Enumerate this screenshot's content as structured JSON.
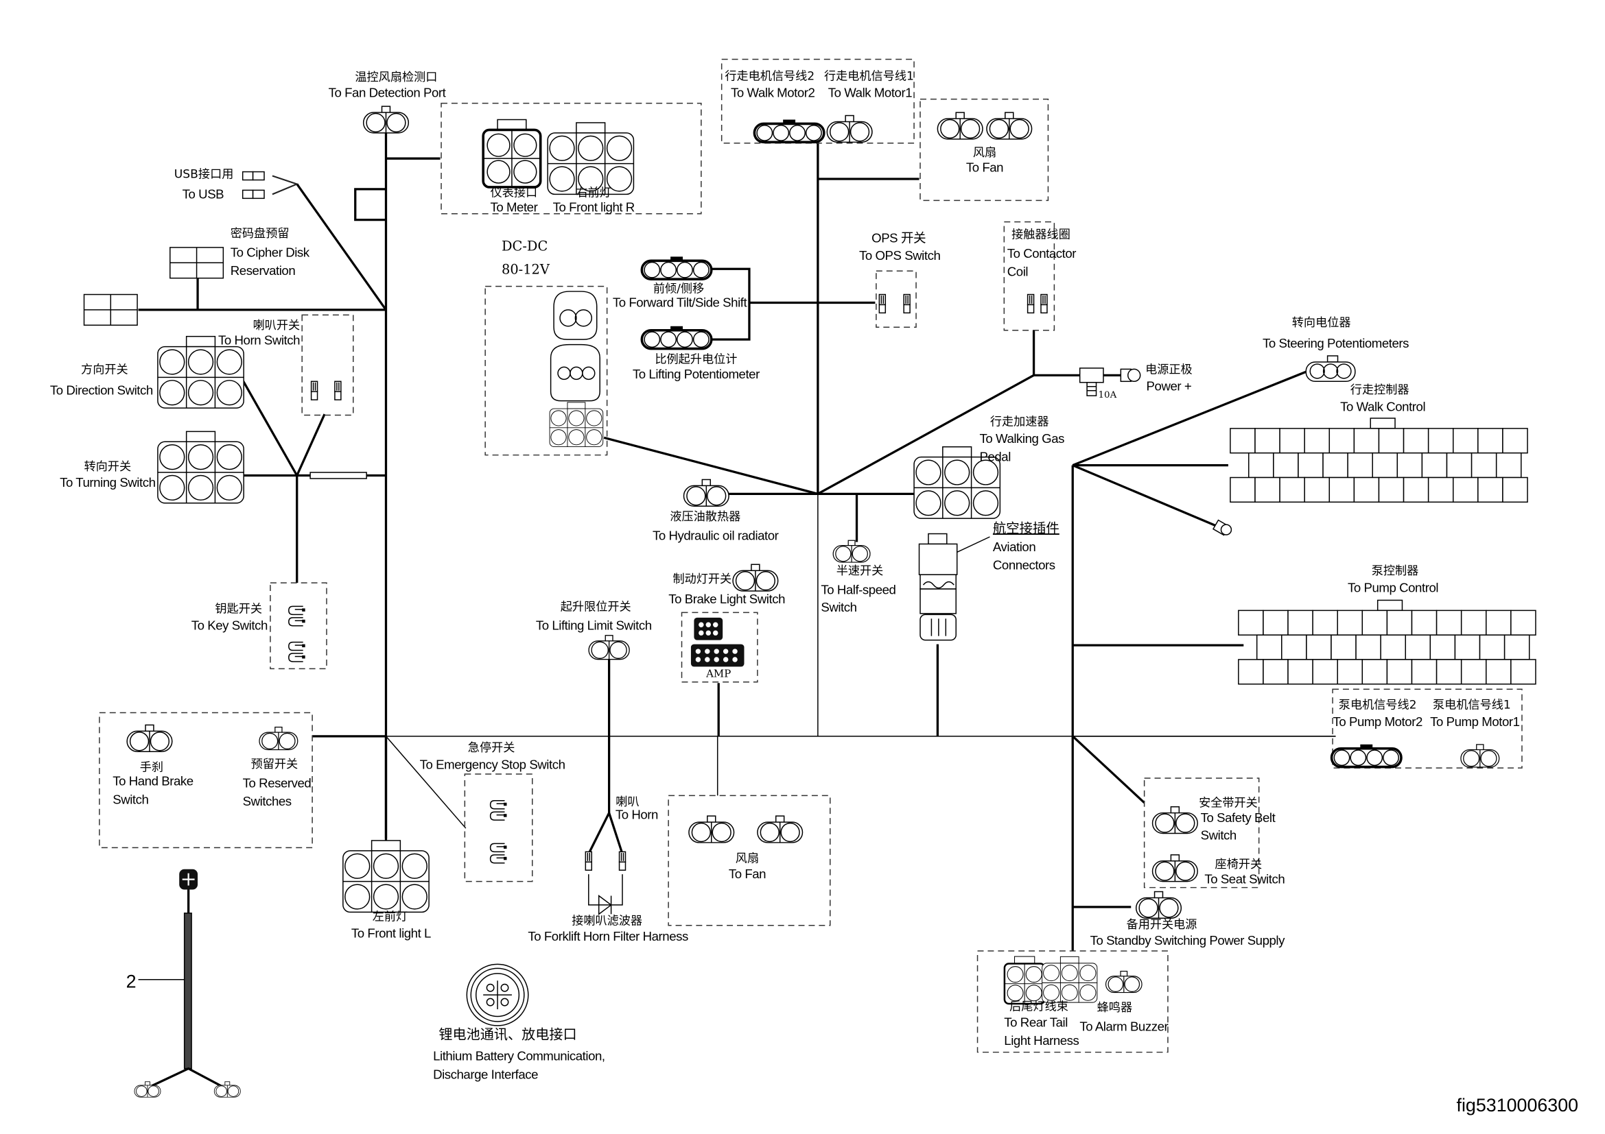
{
  "figure_id": "fig5310006300",
  "callout_number": "2",
  "dcdc": {
    "line1": "DC-DC",
    "line2": "80-12V"
  },
  "fuse_rating": "10A",
  "amp_label": "AMP",
  "connectors": {
    "fan_detection": {
      "cn": "温控风扇检测口",
      "en": "To Fan Detection Port"
    },
    "usb": {
      "cn": "USB接口用",
      "en": "To USB"
    },
    "cipher_disk": {
      "cn": "密码盘预留",
      "en1": "To Cipher Disk",
      "en2": "Reservation"
    },
    "meter": {
      "cn": "仪表接口",
      "en": "To Meter"
    },
    "front_light_r": {
      "cn": "右前灯",
      "en": "To Front light R"
    },
    "walk_motor2": {
      "cn": "行走电机信号线2",
      "en": "To Walk Motor2"
    },
    "walk_motor1": {
      "cn": "行走电机信号线1",
      "en": "To Walk Motor1"
    },
    "fan_top": {
      "cn": "风扇",
      "en": "To Fan"
    },
    "horn_switch": {
      "cn": "喇叭开关",
      "en": "To Horn Switch"
    },
    "direction_switch": {
      "cn": "方向开关",
      "en": "To Direction Switch"
    },
    "turning_switch": {
      "cn": "转向开关",
      "en": "To Turning Switch"
    },
    "key_switch": {
      "cn": "钥匙开关",
      "en": "To Key Switch"
    },
    "forward_tilt": {
      "cn": "前倾/侧移",
      "en": "To Forward Tilt/Side Shift"
    },
    "lifting_potentiometer": {
      "cn": "比例起升电位计",
      "en": "To Lifting Potentiometer"
    },
    "ops_switch": {
      "cn": "OPS 开关",
      "en": "To OPS Switch"
    },
    "contactor_coil": {
      "cn": "接触器线圈",
      "en1": "To Contactor",
      "en2": "Coil"
    },
    "power_plus": {
      "cn": "电源正极",
      "en": "Power +"
    },
    "steering_potentiometers": {
      "cn": "转向电位器",
      "en": "To Steering Potentiometers"
    },
    "walk_control": {
      "cn": "行走控制器",
      "en": "To Walk Control"
    },
    "walking_gas_pedal": {
      "cn": "行走加速器",
      "en1": "To Walking Gas",
      "en2": "Pedal"
    },
    "aviation_connectors": {
      "cn": "航空接插件",
      "en1": "Aviation",
      "en2": "Connectors"
    },
    "hydraulic_oil_radiator": {
      "cn": "液压油散热器",
      "en": "To Hydraulic oil radiator"
    },
    "half_speed_switch": {
      "cn": "半速开关",
      "en1": "To Half-speed",
      "en2": "Switch"
    },
    "brake_light_switch": {
      "cn": "制动灯开关",
      "en": "To Brake Light Switch"
    },
    "lifting_limit_switch": {
      "cn": "起升限位开关",
      "en": "To Lifting Limit Switch"
    },
    "pump_control": {
      "cn": "泵控制器",
      "en": "To Pump Control"
    },
    "pump_motor2": {
      "cn": "泵电机信号线2",
      "en": "To Pump Motor2"
    },
    "pump_motor1": {
      "cn": "泵电机信号线1",
      "en": "To Pump Motor1"
    },
    "hand_brake": {
      "cn": "手刹",
      "en1": "To Hand Brake",
      "en2": "Switch"
    },
    "reserved_switches": {
      "cn": "预留开关",
      "en1": "To Reserved",
      "en2": "Switches"
    },
    "emergency_stop": {
      "cn": "急停开关",
      "en": "To Emergency Stop Switch"
    },
    "horn": {
      "cn": "喇叭",
      "en": "To Horn"
    },
    "fan_bottom": {
      "cn": "风扇",
      "en": "To Fan"
    },
    "front_light_l": {
      "cn": "左前灯",
      "en": "To Front light L"
    },
    "horn_filter": {
      "cn": "接喇叭滤波器",
      "en": "To Forklift Horn Filter Harness"
    },
    "lithium_battery": {
      "cn": "锂电池通讯、放电接口",
      "en1": "Lithium Battery Communication,",
      "en2": "Discharge Interface"
    },
    "safety_belt": {
      "cn": "安全带开关",
      "en1": "To Safety Belt",
      "en2": "Switch"
    },
    "seat_switch": {
      "cn": "座椅开关",
      "en": "To Seat Switch"
    },
    "standby_power": {
      "cn": "备用开关电源",
      "en": "To Standby Switching Power Supply"
    },
    "rear_tail_light": {
      "cn": "后尾灯线束",
      "en1": "To Rear Tail",
      "en2": "Light Harness"
    },
    "alarm_buzzer": {
      "cn": "蜂鸣器",
      "en": "To Alarm Buzzer"
    }
  }
}
